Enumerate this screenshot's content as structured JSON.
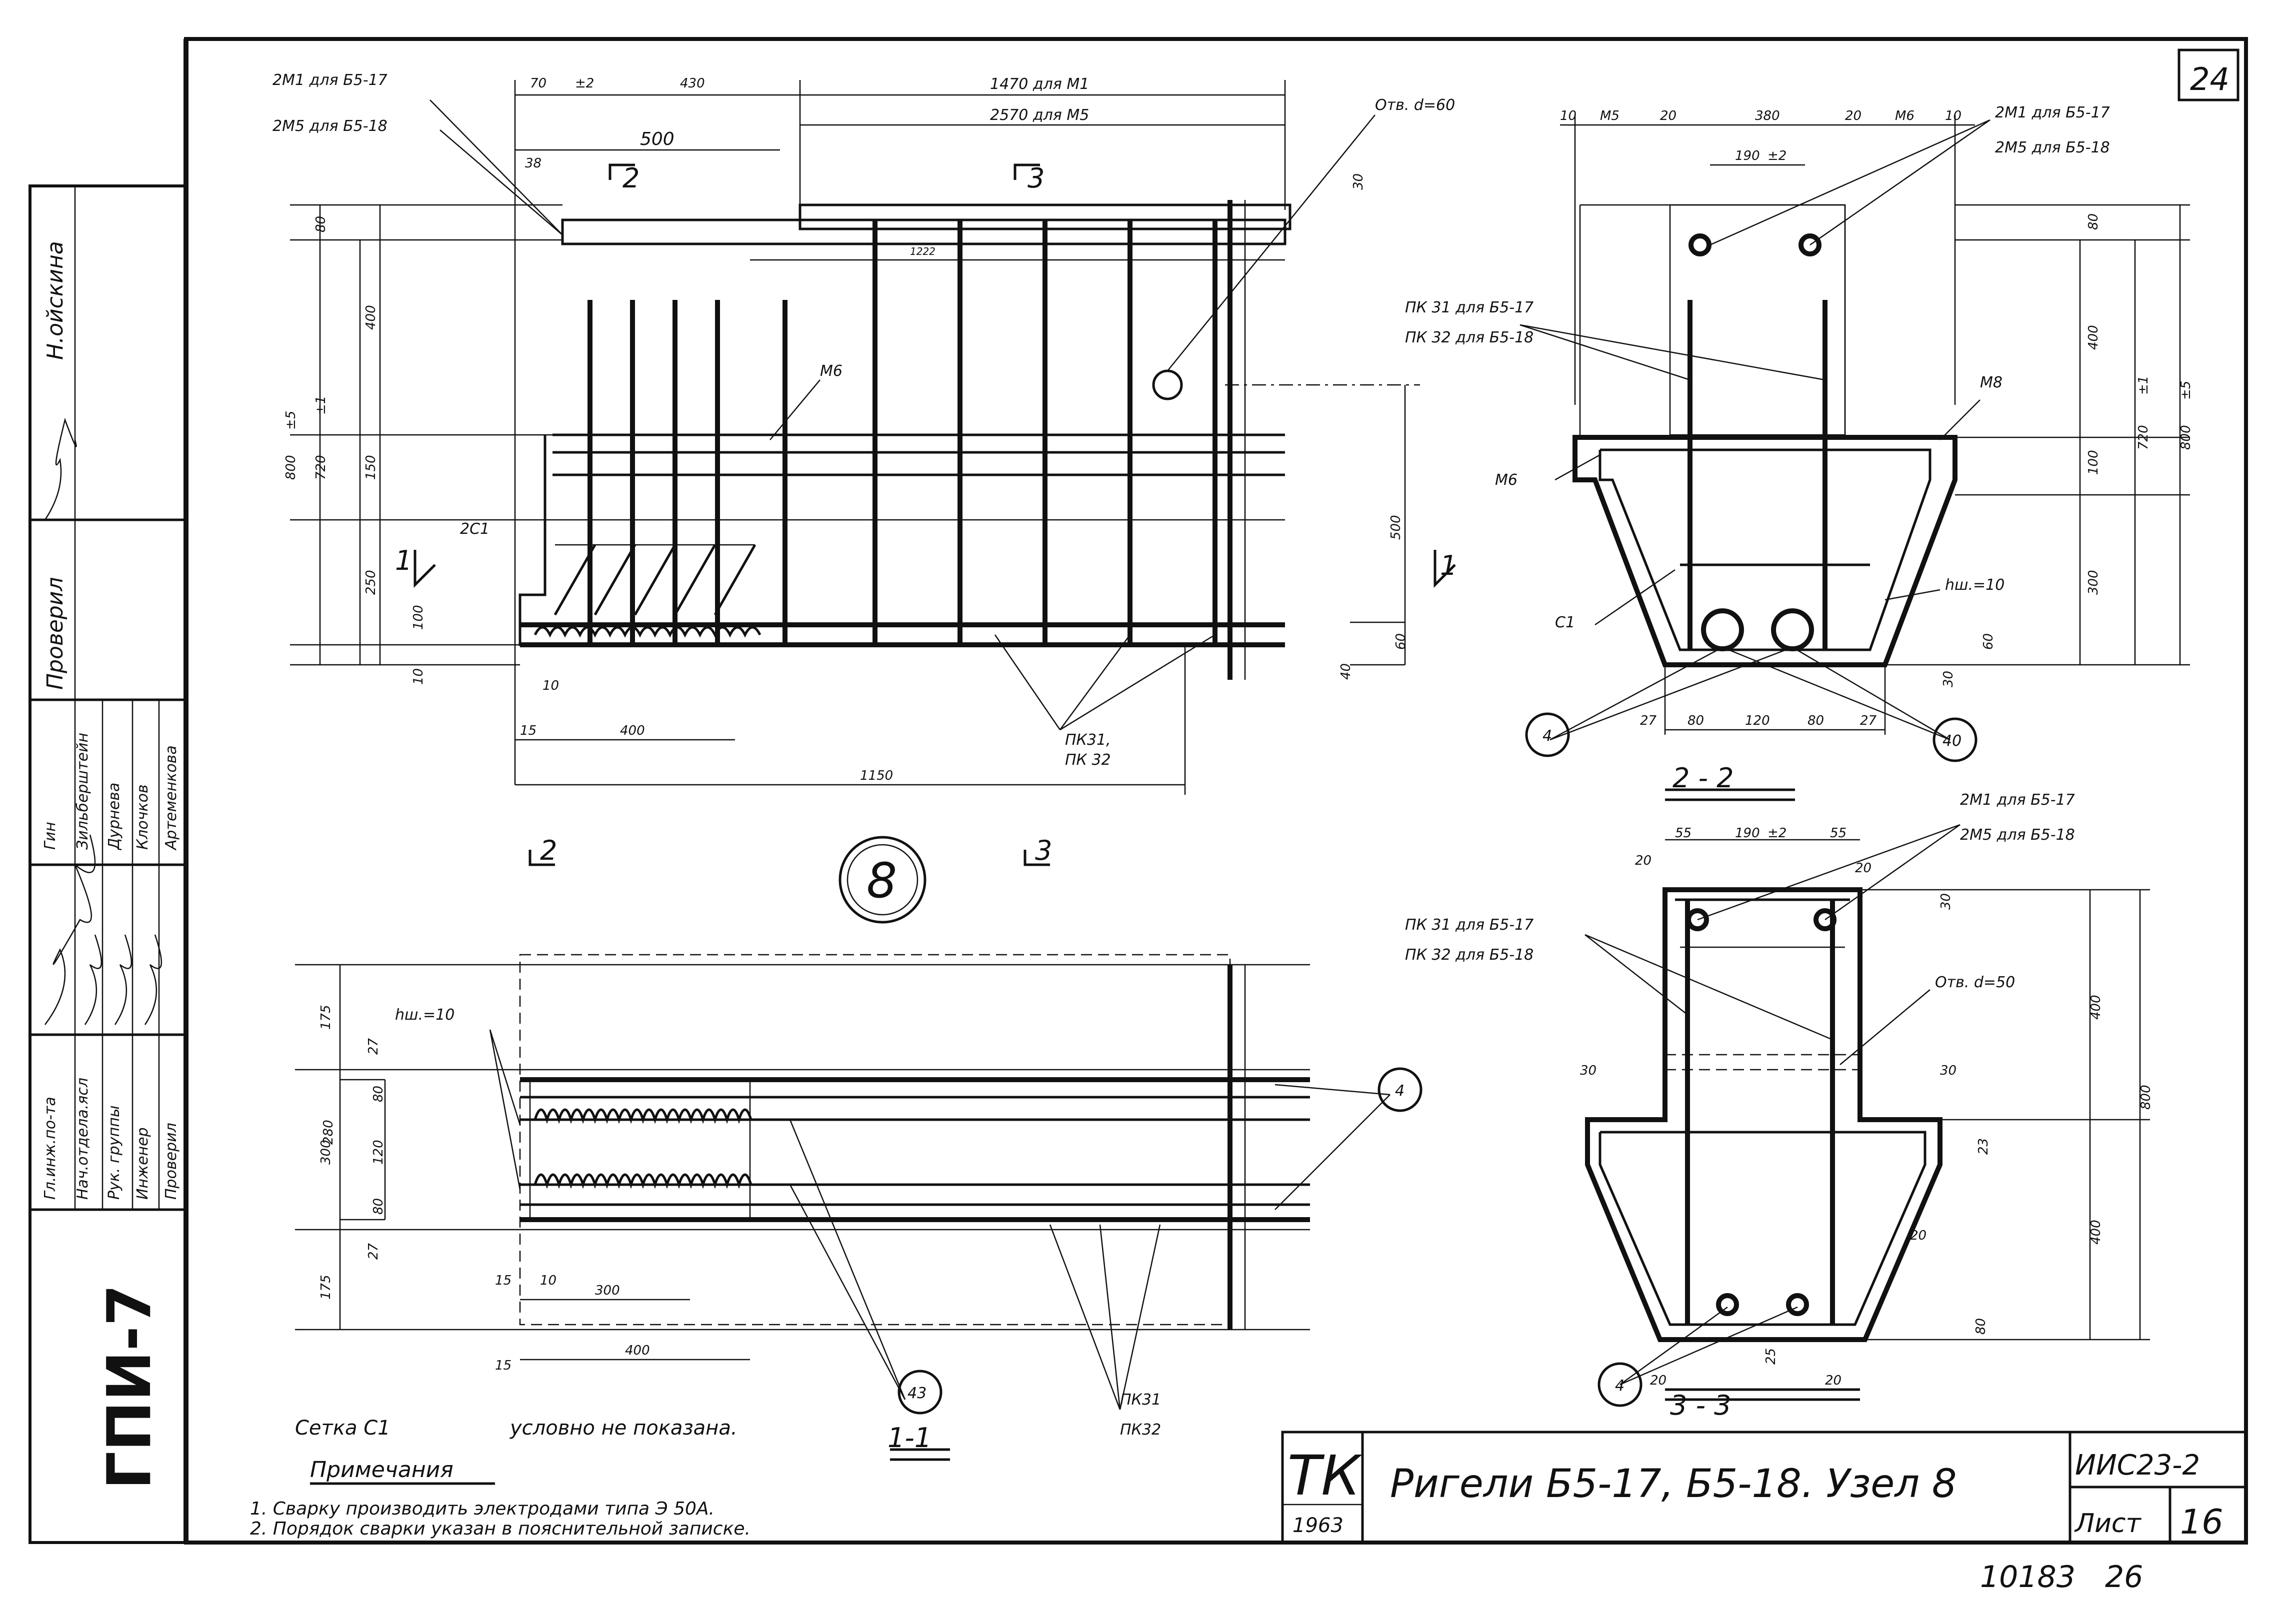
{
  "sheet": {
    "page_number": "24",
    "org_code": "ГПИ-7",
    "series_code": "ИИС23-2",
    "sheet_label": "Лист",
    "sheet_number": "16",
    "stamp_tk": "ТК",
    "stamp_year": "1963",
    "title": "Ригели Б5-17, Б5-18. Узел 8",
    "archive_number": "10183",
    "archive_sheet": "26"
  },
  "title_block": {
    "roles": [
      "Гл.инж.по-та",
      "Нач.отдела.ясл",
      "Рук. группы",
      "Инженер",
      "Проверил"
    ],
    "names": [
      "Гин",
      "Зильберштейн",
      "Дурнева",
      "Клочков",
      "Артеменкова"
    ],
    "top_labels": [
      "Проверил",
      "Н.ойскина"
    ]
  },
  "node": {
    "label": "8"
  },
  "elevation": {
    "labels": {
      "top_left_1": "2М1 для Б5-17",
      "top_left_2": "2М5 для Б5-18",
      "top_right_1": "1470 для М1",
      "top_right_2": "2570 для М5",
      "hole": "Отв. d=60",
      "m6": "М6",
      "c1": "2С1",
      "pk": "ПК31,",
      "pk2": "ПК 32"
    },
    "dims": {
      "d70": "70",
      "tol2": "±2",
      "d430": "430",
      "d500": "500",
      "d38": "38",
      "d30": "30",
      "d80": "80",
      "d400": "400",
      "d150": "150",
      "d250": "250",
      "d100": "100",
      "d10": "10",
      "d720": "720",
      "tol1": "±1",
      "d800": "800",
      "tol5": "±5",
      "d500v": "500",
      "d60": "60",
      "d40": "40",
      "d15": "15",
      "d10b": "10",
      "d400b": "400",
      "d1150": "1150",
      "b1222": "1222"
    },
    "cuts": {
      "c2": "2",
      "c3": "3",
      "c1": "1",
      "c1r": "1"
    }
  },
  "section22": {
    "title": "2 - 2",
    "labels": {
      "m1": "2М1 для Б5-17",
      "m5": "2М5 для Б5-18",
      "pk31": "ПК 31 для Б5-17",
      "pk32": "ПК 32 для Б5-18",
      "m8": "М8",
      "m6": "М6",
      "c1": "С1",
      "hsh": "hш.=10",
      "ref4": "4",
      "ref40": "40"
    },
    "dims": {
      "top": [
        "10",
        "М5",
        "20",
        "380",
        "20",
        "М6",
        "10"
      ],
      "d190": "190",
      "tol2": "±2",
      "d80": "80",
      "d400": "400",
      "d100": "100",
      "d300": "300",
      "d720": "720",
      "tol1": "±1",
      "d800": "800",
      "tol5": "±5",
      "d60": "60",
      "d30": "30",
      "bottom": [
        "27",
        "80",
        "120",
        "80",
        "27"
      ]
    }
  },
  "section33": {
    "title": "3 - 3",
    "labels": {
      "m1": "2М1 для Б5-17",
      "m5": "2М5 для Б5-18",
      "pk31": "ПК 31 для Б5-17",
      "pk32": "ПК 32 для Б5-18",
      "hole": "Отв. d=50",
      "ref4": "4"
    },
    "dims": {
      "d55a": "55",
      "d190": "190",
      "tol2": "±2",
      "d55b": "55",
      "d20a": "20",
      "d20b": "20",
      "d30a": "30",
      "d30b": "30",
      "d30c": "30",
      "d400a": "400",
      "d800": "800",
      "d23": "23",
      "d400b": "400",
      "d20c": "20",
      "d80": "80",
      "d25": "25",
      "d20d": "20",
      "d20e": "20"
    }
  },
  "section11": {
    "title": "1-1",
    "labels": {
      "hsh": "hш.=10",
      "ref4": "4",
      "ref43": "43",
      "pk31": "ПК31",
      "pk32": "ПК32"
    },
    "dims": {
      "d175a": "175",
      "d27a": "27",
      "d80a": "80",
      "d300": "300",
      "d280": "280",
      "d120": "120",
      "d80b": "80",
      "d27b": "27",
      "d175b": "175",
      "d15": "15",
      "d10": "10",
      "d300b": "300",
      "d15b": "15",
      "d400": "400"
    }
  },
  "notes": {
    "grid_note_left": "Сетка С1",
    "grid_note_right": "условно не показана.",
    "heading": "Примечания",
    "items": [
      "1. Сварку производить электродами типа Э 50А.",
      "2. Порядок сварки указан в пояснительной записке."
    ]
  }
}
